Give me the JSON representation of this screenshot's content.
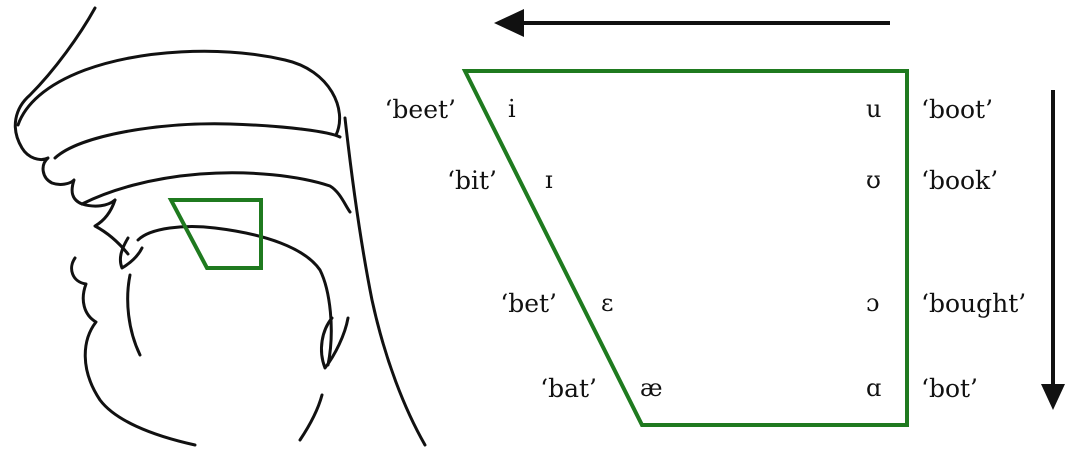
{
  "colors": {
    "trapezoid": "#1f7a1f",
    "outline": "#111111",
    "background": "#ffffff"
  },
  "front_vowels": [
    {
      "symbol": "i",
      "word": "‘beet’"
    },
    {
      "symbol": "ɪ",
      "word": "‘bit’"
    },
    {
      "symbol": "ɛ",
      "word": "‘bet’"
    },
    {
      "symbol": "æ",
      "word": "‘bat’"
    }
  ],
  "back_vowels": [
    {
      "symbol": "u",
      "word": "‘boot’"
    },
    {
      "symbol": "ʊ",
      "word": "‘book’"
    },
    {
      "symbol": "ɔ",
      "word": "‘bought’"
    },
    {
      "symbol": "ɑ",
      "word": "‘bot’"
    }
  ],
  "arrows": {
    "horizontal_direction": "left",
    "vertical_direction": "down"
  }
}
